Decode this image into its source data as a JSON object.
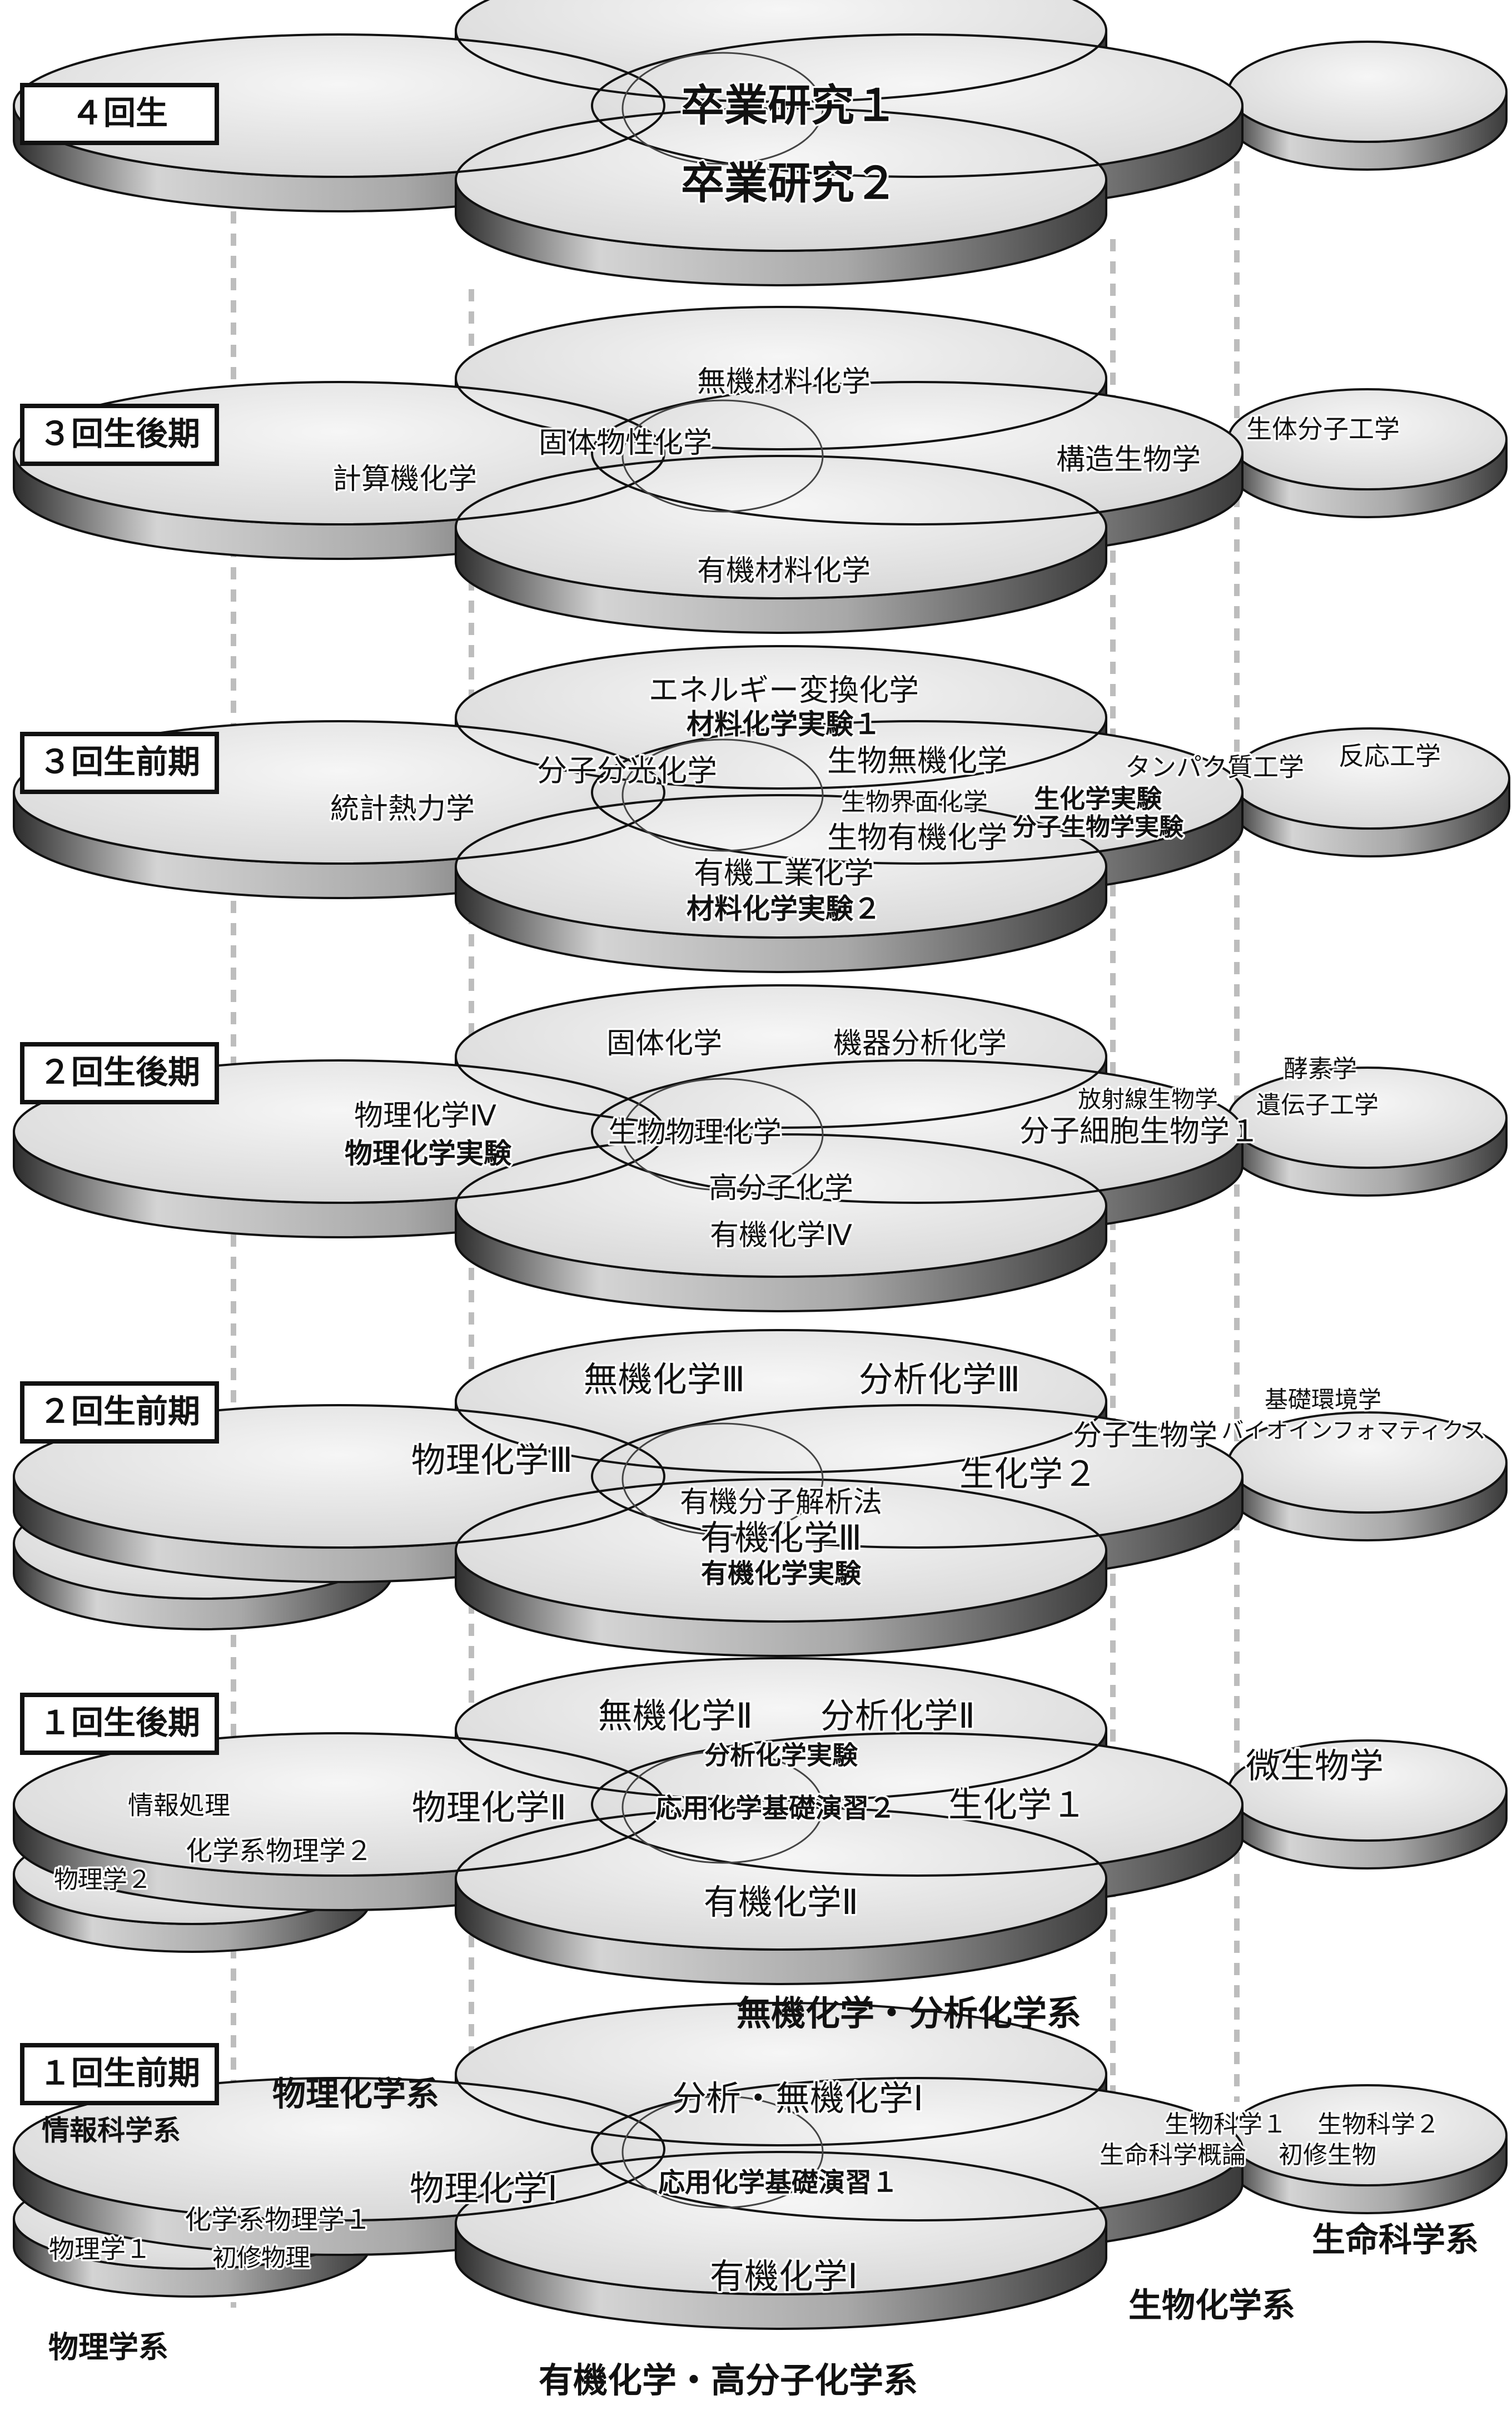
{
  "levels": [
    {
      "label": "４回生",
      "courses": [
        "卒業研究１",
        "卒業研究２"
      ]
    },
    {
      "label": "３回生後期",
      "courses": [
        "無機材料化学",
        "固体物性化学",
        "計算機化学",
        "構造生物学",
        "有機材料化学",
        "生体分子工学"
      ]
    },
    {
      "label": "３回生前期",
      "courses": [
        "エネルギー変換化学",
        "材料化学実験１",
        "分子分光化学",
        "生物無機化学",
        "統計熱力学",
        "生物界面化学",
        "生化学実験",
        "生物有機化学",
        "分子生物学実験",
        "有機工業化学",
        "材料化学実験２",
        "タンパク質工学",
        "反応工学"
      ]
    },
    {
      "label": "２回生後期",
      "courses": [
        "固体化学",
        "機器分析化学",
        "物理化学Ⅳ",
        "物理化学実験",
        "生物物理化学",
        "放射線生物学",
        "分子細胞生物学１",
        "高分子化学",
        "有機化学Ⅳ",
        "酵素学",
        "遺伝子工学"
      ]
    },
    {
      "label": "２回生前期",
      "courses": [
        "無機化学Ⅲ",
        "分析化学Ⅲ",
        "物理化学Ⅲ",
        "分子生物学",
        "生化学２",
        "有機分子解析法",
        "有機化学Ⅲ",
        "有機化学実験",
        "基礎環境学",
        "バイオインフォマティクス"
      ]
    },
    {
      "label": "１回生後期",
      "courses": [
        "無機化学Ⅱ",
        "分析化学Ⅱ",
        "分析化学実験",
        "物理化学Ⅱ",
        "応用化学基礎演習２",
        "生化学１",
        "有機化学Ⅱ",
        "情報処理",
        "化学系物理学２",
        "物理学２",
        "微生物学"
      ]
    },
    {
      "label": "１回生前期",
      "courses": [
        "分析・無機化学Ⅰ",
        "物理化学Ⅰ",
        "応用化学基礎演習１",
        "有機化学Ⅰ",
        "化学系物理学１",
        "物理学１",
        "初修物理",
        "生物科学１",
        "生物科学２",
        "生命科学概論",
        "初修生物"
      ]
    }
  ],
  "groups": [
    "無機化学・分析化学系",
    "物理化学系",
    "情報科学系",
    "生命科学系",
    "生物化学系",
    "物理学系",
    "有機化学・高分子化学系"
  ]
}
